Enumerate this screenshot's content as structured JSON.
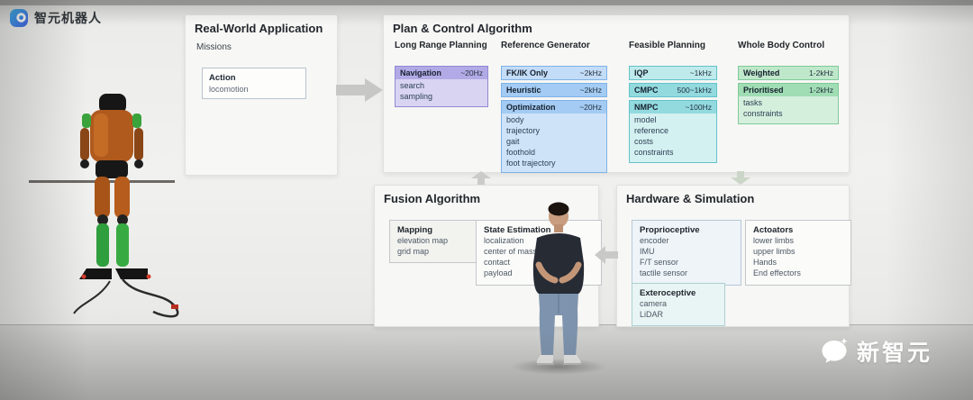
{
  "brand": {
    "name": "智元机器人"
  },
  "watermark": {
    "text": "新智元"
  },
  "icons": {
    "agibot_logo": "blue rounded-square mark",
    "xinzhiyuan_logo": "white speech-bubble"
  },
  "colors": {
    "purple_head": "#b2aae6",
    "blue_head": "#a3cbf3",
    "teal_head": "#92dade",
    "green_head": "#a0ddb4",
    "panel_bg": "#f7f7f5",
    "arrow_gray": "#c7c7c5",
    "brand_blue": "#2f9fe0"
  },
  "panels": {
    "real_world": {
      "title": "Real-World Application",
      "subtitle": "Missions",
      "action": {
        "title": "Action",
        "items": [
          "locomotion"
        ]
      }
    },
    "plan_control": {
      "title": "Plan & Control Algorithm",
      "columns": [
        {
          "heading": "Long Range Planning",
          "blocks": [
            {
              "label": "Navigation",
              "rate": "~20Hz",
              "items": [
                "search",
                "sampling"
              ]
            }
          ]
        },
        {
          "heading": "Reference Generator",
          "blocks": [
            {
              "label": "FK/IK Only",
              "rate": "~2kHz",
              "items": []
            },
            {
              "label": "Heuristic",
              "rate": "~2kHz",
              "items": []
            },
            {
              "label": "Optimization",
              "rate": "~20Hz",
              "items": [
                "body",
                "trajectory",
                "gait",
                "foothold",
                "foot trajectory"
              ]
            }
          ]
        },
        {
          "heading": "Feasible Planning",
          "blocks": [
            {
              "label": "IQP",
              "rate": "~1kHz",
              "items": []
            },
            {
              "label": "CMPC",
              "rate": "500~1kHz",
              "items": []
            },
            {
              "label": "NMPC",
              "rate": "~100Hz",
              "items": [
                "model",
                "reference",
                "costs",
                "constraints"
              ]
            }
          ]
        },
        {
          "heading": "Whole Body Control",
          "blocks": [
            {
              "label": "Weighted",
              "rate": "1-2kHz",
              "items": []
            },
            {
              "label": "Prioritised",
              "rate": "1-2kHz",
              "items": [
                "tasks",
                "constraints"
              ]
            }
          ]
        }
      ]
    },
    "fusion": {
      "title": "Fusion Algorithm",
      "blocks": [
        {
          "label": "Mapping",
          "items": [
            "elevation map",
            "grid map"
          ]
        },
        {
          "label": "State Estimation",
          "items": [
            "localization",
            "center of mass",
            "contact",
            "payload"
          ]
        }
      ]
    },
    "hardware": {
      "title": "Hardware & Simulation",
      "blocks": [
        {
          "label": "Proprioceptive",
          "items": [
            "encoder",
            "IMU",
            "F/T sensor",
            "tactile sensor"
          ]
        },
        {
          "label": "Actoators",
          "items": [
            "lower limbs",
            "upper limbs",
            "Hands",
            "End effectors"
          ]
        },
        {
          "label": "Exteroceptive",
          "items": [
            "camera",
            "LiDAR"
          ]
        }
      ]
    }
  }
}
